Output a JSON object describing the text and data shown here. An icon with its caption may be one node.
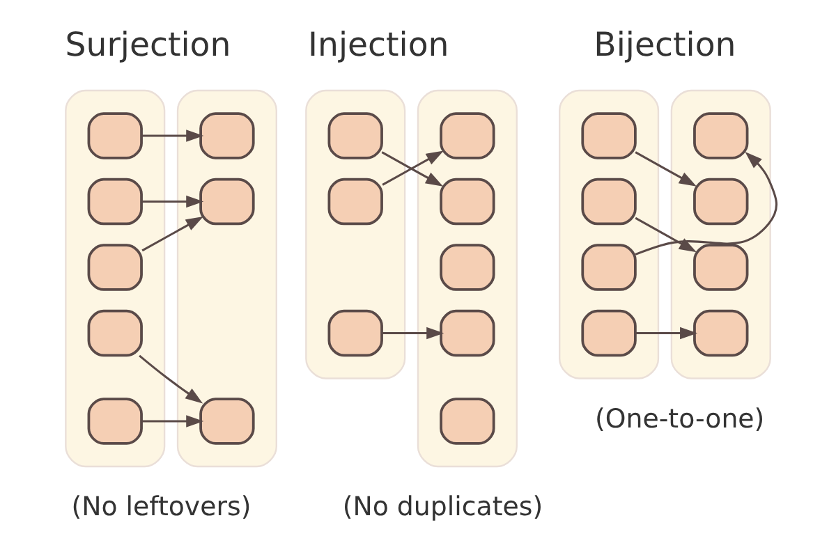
{
  "diagram": {
    "nodes": [
      {
        "text": [],
        "shape": "bar"
      },
      {
        "text": [],
        "shape": "box",
        "in": 0
      },
      {
        "text": [],
        "shape": "box",
        "in": 0
      },
      {
        "text": [],
        "shape": "box",
        "in": 0
      },
      {
        "text": [],
        "shape": "box",
        "in": 0
      },
      {
        "text": [],
        "shape": "box",
        "in": 0
      },
      {
        "text": [],
        "shape": "bar"
      },
      {
        "text": [],
        "shape": "box",
        "in": 6
      },
      {
        "text": [],
        "shape": "box",
        "in": 6
      },
      {
        "text": [],
        "shape": "box",
        "in": 6
      },
      {
        "text": [],
        "shape": "bar"
      },
      {
        "text": [],
        "shape": "box",
        "in": 10
      },
      {
        "text": [],
        "shape": "box",
        "in": 10
      },
      {
        "text": [],
        "shape": "box",
        "in": 10
      },
      {
        "text": [],
        "shape": "bar"
      },
      {
        "text": [],
        "shape": "box",
        "in": 14
      },
      {
        "text": [],
        "shape": "box",
        "in": 14
      },
      {
        "text": [],
        "shape": "box",
        "in": 14
      },
      {
        "text": [],
        "shape": "box",
        "in": 14
      },
      {
        "text": [],
        "shape": "box",
        "in": 14
      },
      {
        "text": [],
        "shape": "bar"
      },
      {
        "text": [],
        "shape": "box",
        "in": 20
      },
      {
        "text": [],
        "shape": "box",
        "in": 20
      },
      {
        "text": [],
        "shape": "box",
        "in": 20
      },
      {
        "text": [],
        "shape": "box",
        "in": 20
      },
      {
        "text": [],
        "shape": "bar"
      },
      {
        "text": [],
        "shape": "box",
        "in": 25
      },
      {
        "text": [],
        "shape": "box",
        "in": 25
      },
      {
        "text": [],
        "shape": "box",
        "in": 25
      },
      {
        "text": [],
        "shape": "box",
        "in": 25
      }
    ],
    "edges": [
      {
        "from": 1,
        "to": 7,
        "arrow": "to"
      },
      {
        "from": 2,
        "to": 8,
        "arrow": "to"
      },
      {
        "from": 3,
        "to": 8,
        "arrow": "to"
      },
      {
        "from": 4,
        "to": 9,
        "arrow": "to"
      },
      {
        "from": 5,
        "to": 9,
        "arrow": "to"
      },
      {
        "from": 11,
        "to": 16,
        "arrow": "to"
      },
      {
        "from": 12,
        "to": 15,
        "arrow": "to"
      },
      {
        "from": 13,
        "to": 18,
        "arrow": "to"
      },
      {
        "from": 21,
        "to": 27,
        "arrow": "to"
      },
      {
        "from": 22,
        "to": 28,
        "arrow": "to"
      },
      {
        "from": 23,
        "to": 26,
        "arrow": "to"
      },
      {
        "from": 24,
        "to": 29,
        "arrow": "to"
      }
    ],
    "labels": [
      "Surjection",
      "Injection",
      "Bijection",
      "(No leftovers)",
      "(No duplicates)",
      "(One-to-one)"
    ]
  }
}
